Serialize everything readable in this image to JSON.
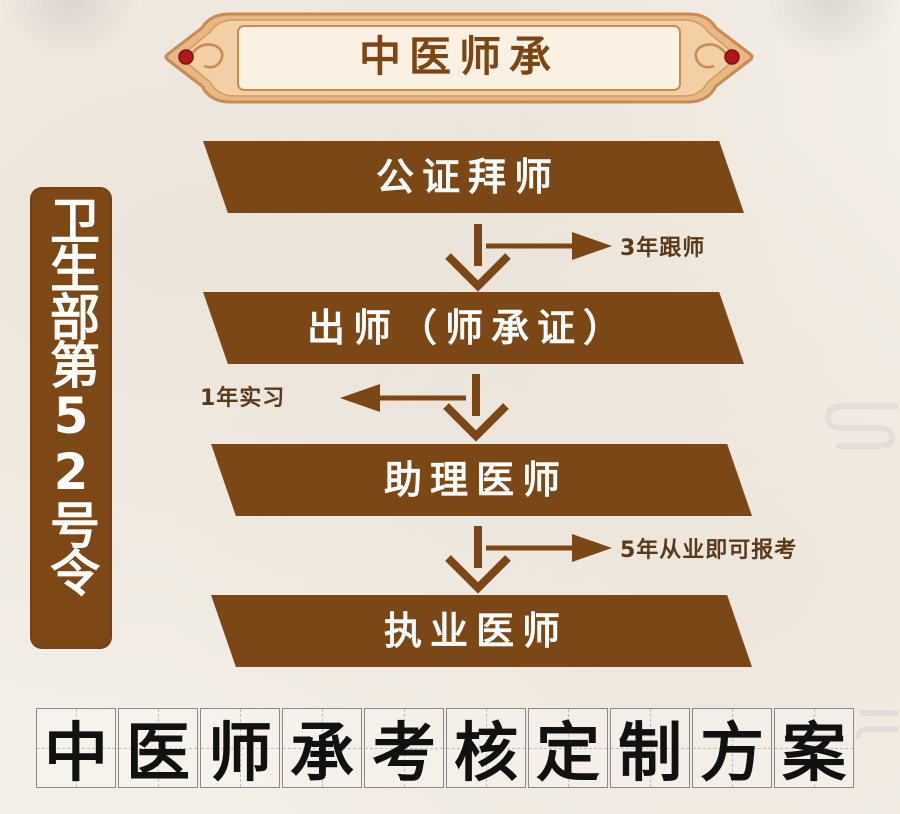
{
  "title": "中医师承",
  "side_label": "卫生部第52号令",
  "steps": [
    {
      "label": "公证拜师"
    },
    {
      "label": "出师（师承证）"
    },
    {
      "label": "助理医师"
    },
    {
      "label": "执业医师"
    }
  ],
  "notes": {
    "follow_teacher": "3年跟师",
    "internship": "1年实习",
    "practice": "5年从业即可报考"
  },
  "bottom_chars": [
    "中",
    "医",
    "师",
    "承",
    "考",
    "核",
    "定",
    "制",
    "方",
    "案"
  ],
  "colors": {
    "primary_brown": "#7c4717",
    "background": "#f3eee6",
    "banner_fill": "#fbf1e3",
    "banner_frame": "#d59a62",
    "title_text": "#7a4616",
    "accent_red": "#b3171d"
  }
}
